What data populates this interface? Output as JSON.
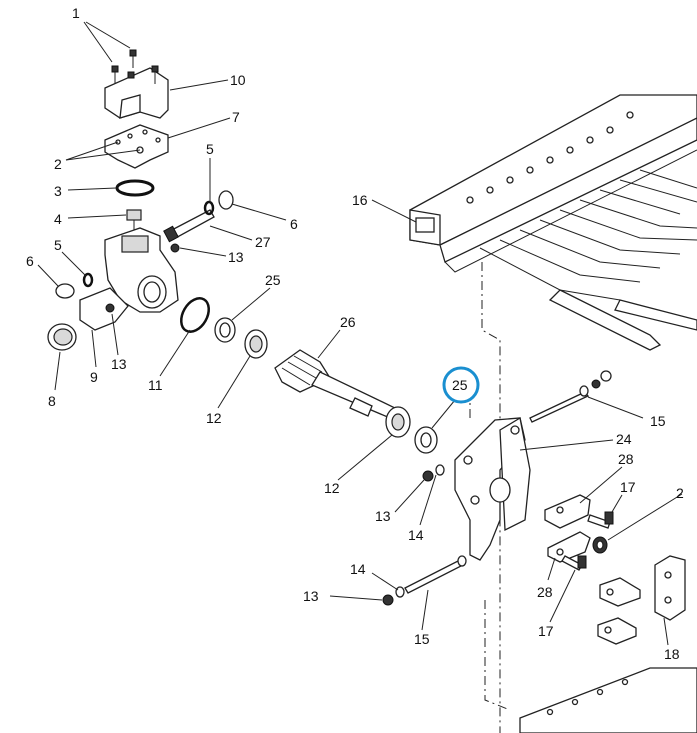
{
  "callouts": [
    {
      "id": "c1a",
      "text": "1"
    },
    {
      "id": "c10",
      "text": "10"
    },
    {
      "id": "c7",
      "text": "7"
    },
    {
      "id": "c2a",
      "text": "2"
    },
    {
      "id": "c3",
      "text": "3"
    },
    {
      "id": "c5a",
      "text": "5"
    },
    {
      "id": "c4",
      "text": "4"
    },
    {
      "id": "c6a",
      "text": "6"
    },
    {
      "id": "c27",
      "text": "27"
    },
    {
      "id": "c5b",
      "text": "5"
    },
    {
      "id": "c6b",
      "text": "6"
    },
    {
      "id": "c13a",
      "text": "13"
    },
    {
      "id": "c25a",
      "text": "25"
    },
    {
      "id": "c26",
      "text": "26"
    },
    {
      "id": "c8",
      "text": "8"
    },
    {
      "id": "c9",
      "text": "9"
    },
    {
      "id": "c13b",
      "text": "13"
    },
    {
      "id": "c11",
      "text": "11"
    },
    {
      "id": "c12a",
      "text": "12"
    },
    {
      "id": "c16",
      "text": "16"
    },
    {
      "id": "c25b",
      "text": "25"
    },
    {
      "id": "c15a",
      "text": "15"
    },
    {
      "id": "c24",
      "text": "24"
    },
    {
      "id": "c28a",
      "text": "28"
    },
    {
      "id": "c12b",
      "text": "12"
    },
    {
      "id": "c13c",
      "text": "13"
    },
    {
      "id": "c14a",
      "text": "14"
    },
    {
      "id": "c17a",
      "text": "17"
    },
    {
      "id": "c2b",
      "text": "2"
    },
    {
      "id": "c14b",
      "text": "14"
    },
    {
      "id": "c13d",
      "text": "13"
    },
    {
      "id": "c28b",
      "text": "28"
    },
    {
      "id": "c17b",
      "text": "17"
    },
    {
      "id": "c15b",
      "text": "15"
    },
    {
      "id": "c18",
      "text": "18"
    }
  ],
  "highlight": {
    "callout": "25",
    "color": "#1a8fd0"
  }
}
